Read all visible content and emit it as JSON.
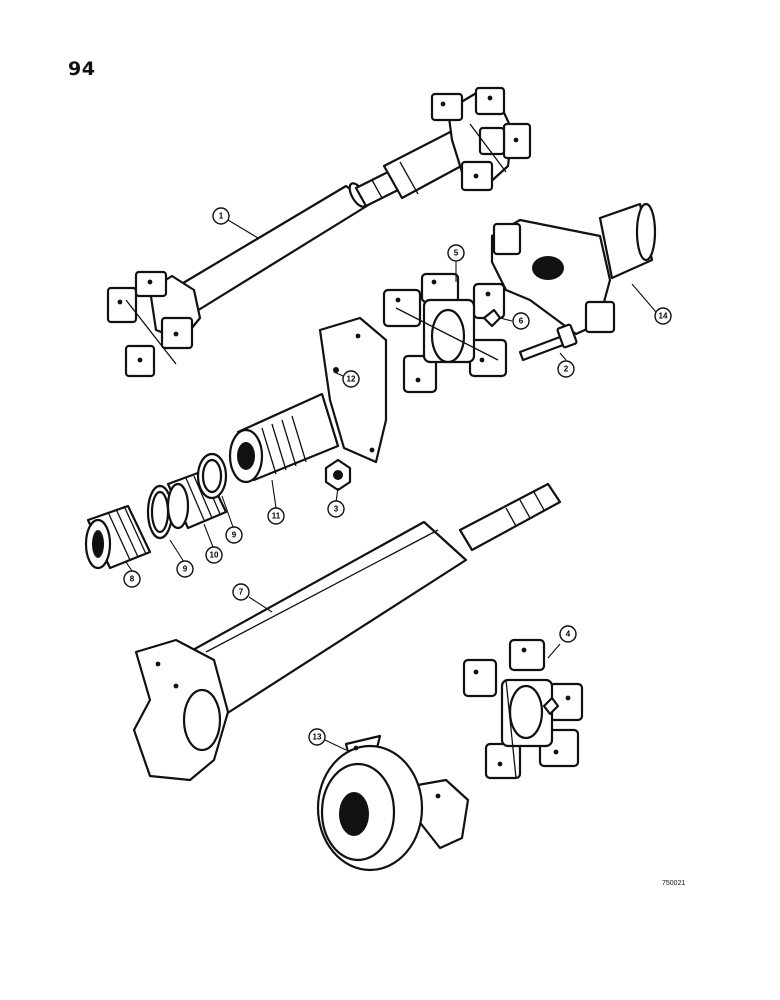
{
  "page": {
    "number": "94",
    "drawing_code": "750021"
  },
  "callouts": [
    {
      "id": "c1",
      "label": "1"
    },
    {
      "id": "c2",
      "label": "2"
    },
    {
      "id": "c3",
      "label": "3"
    },
    {
      "id": "c4",
      "label": "4"
    },
    {
      "id": "c5",
      "label": "5"
    },
    {
      "id": "c6",
      "label": "6"
    },
    {
      "id": "c7",
      "label": "7"
    },
    {
      "id": "c8",
      "label": "8"
    },
    {
      "id": "c9a",
      "label": "9"
    },
    {
      "id": "c9b",
      "label": "9"
    },
    {
      "id": "c10",
      "label": "10"
    },
    {
      "id": "c11",
      "label": "11"
    },
    {
      "id": "c12",
      "label": "12"
    },
    {
      "id": "c13",
      "label": "13"
    },
    {
      "id": "c14",
      "label": "14"
    }
  ]
}
